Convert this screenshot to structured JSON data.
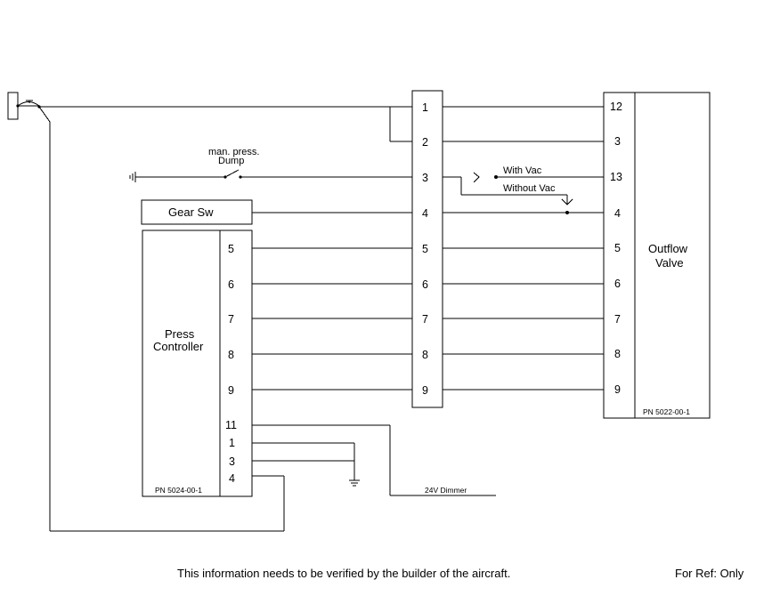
{
  "terminal_block": {
    "pins": [
      "1",
      "2",
      "3",
      "4",
      "5",
      "6",
      "7",
      "8",
      "9"
    ]
  },
  "outflow_valve": {
    "title_line1": "Outflow",
    "title_line2": "Valve",
    "pins": [
      "12",
      "3",
      "13",
      "4",
      "5",
      "6",
      "7",
      "8",
      "9"
    ],
    "part_number": "PN 5022-00-1"
  },
  "press_controller": {
    "title_line1": "Press",
    "title_line2": "Controller",
    "pins": [
      "5",
      "6",
      "7",
      "8",
      "9",
      "11",
      "1",
      "3",
      "4"
    ],
    "part_number": "PN 5024-00-1"
  },
  "gear_switch": {
    "label": "Gear Sw"
  },
  "manual_dump": {
    "label_line1": "man. press.",
    "label_line2": "Dump"
  },
  "jumper_options": {
    "with_vac": "With Vac",
    "without_vac": "Without Vac"
  },
  "dimmer": {
    "label": "24V Dimmer"
  },
  "footer": {
    "notice": "This information needs to be verified by the builder of the aircraft.",
    "reference": "For Ref: Only"
  }
}
